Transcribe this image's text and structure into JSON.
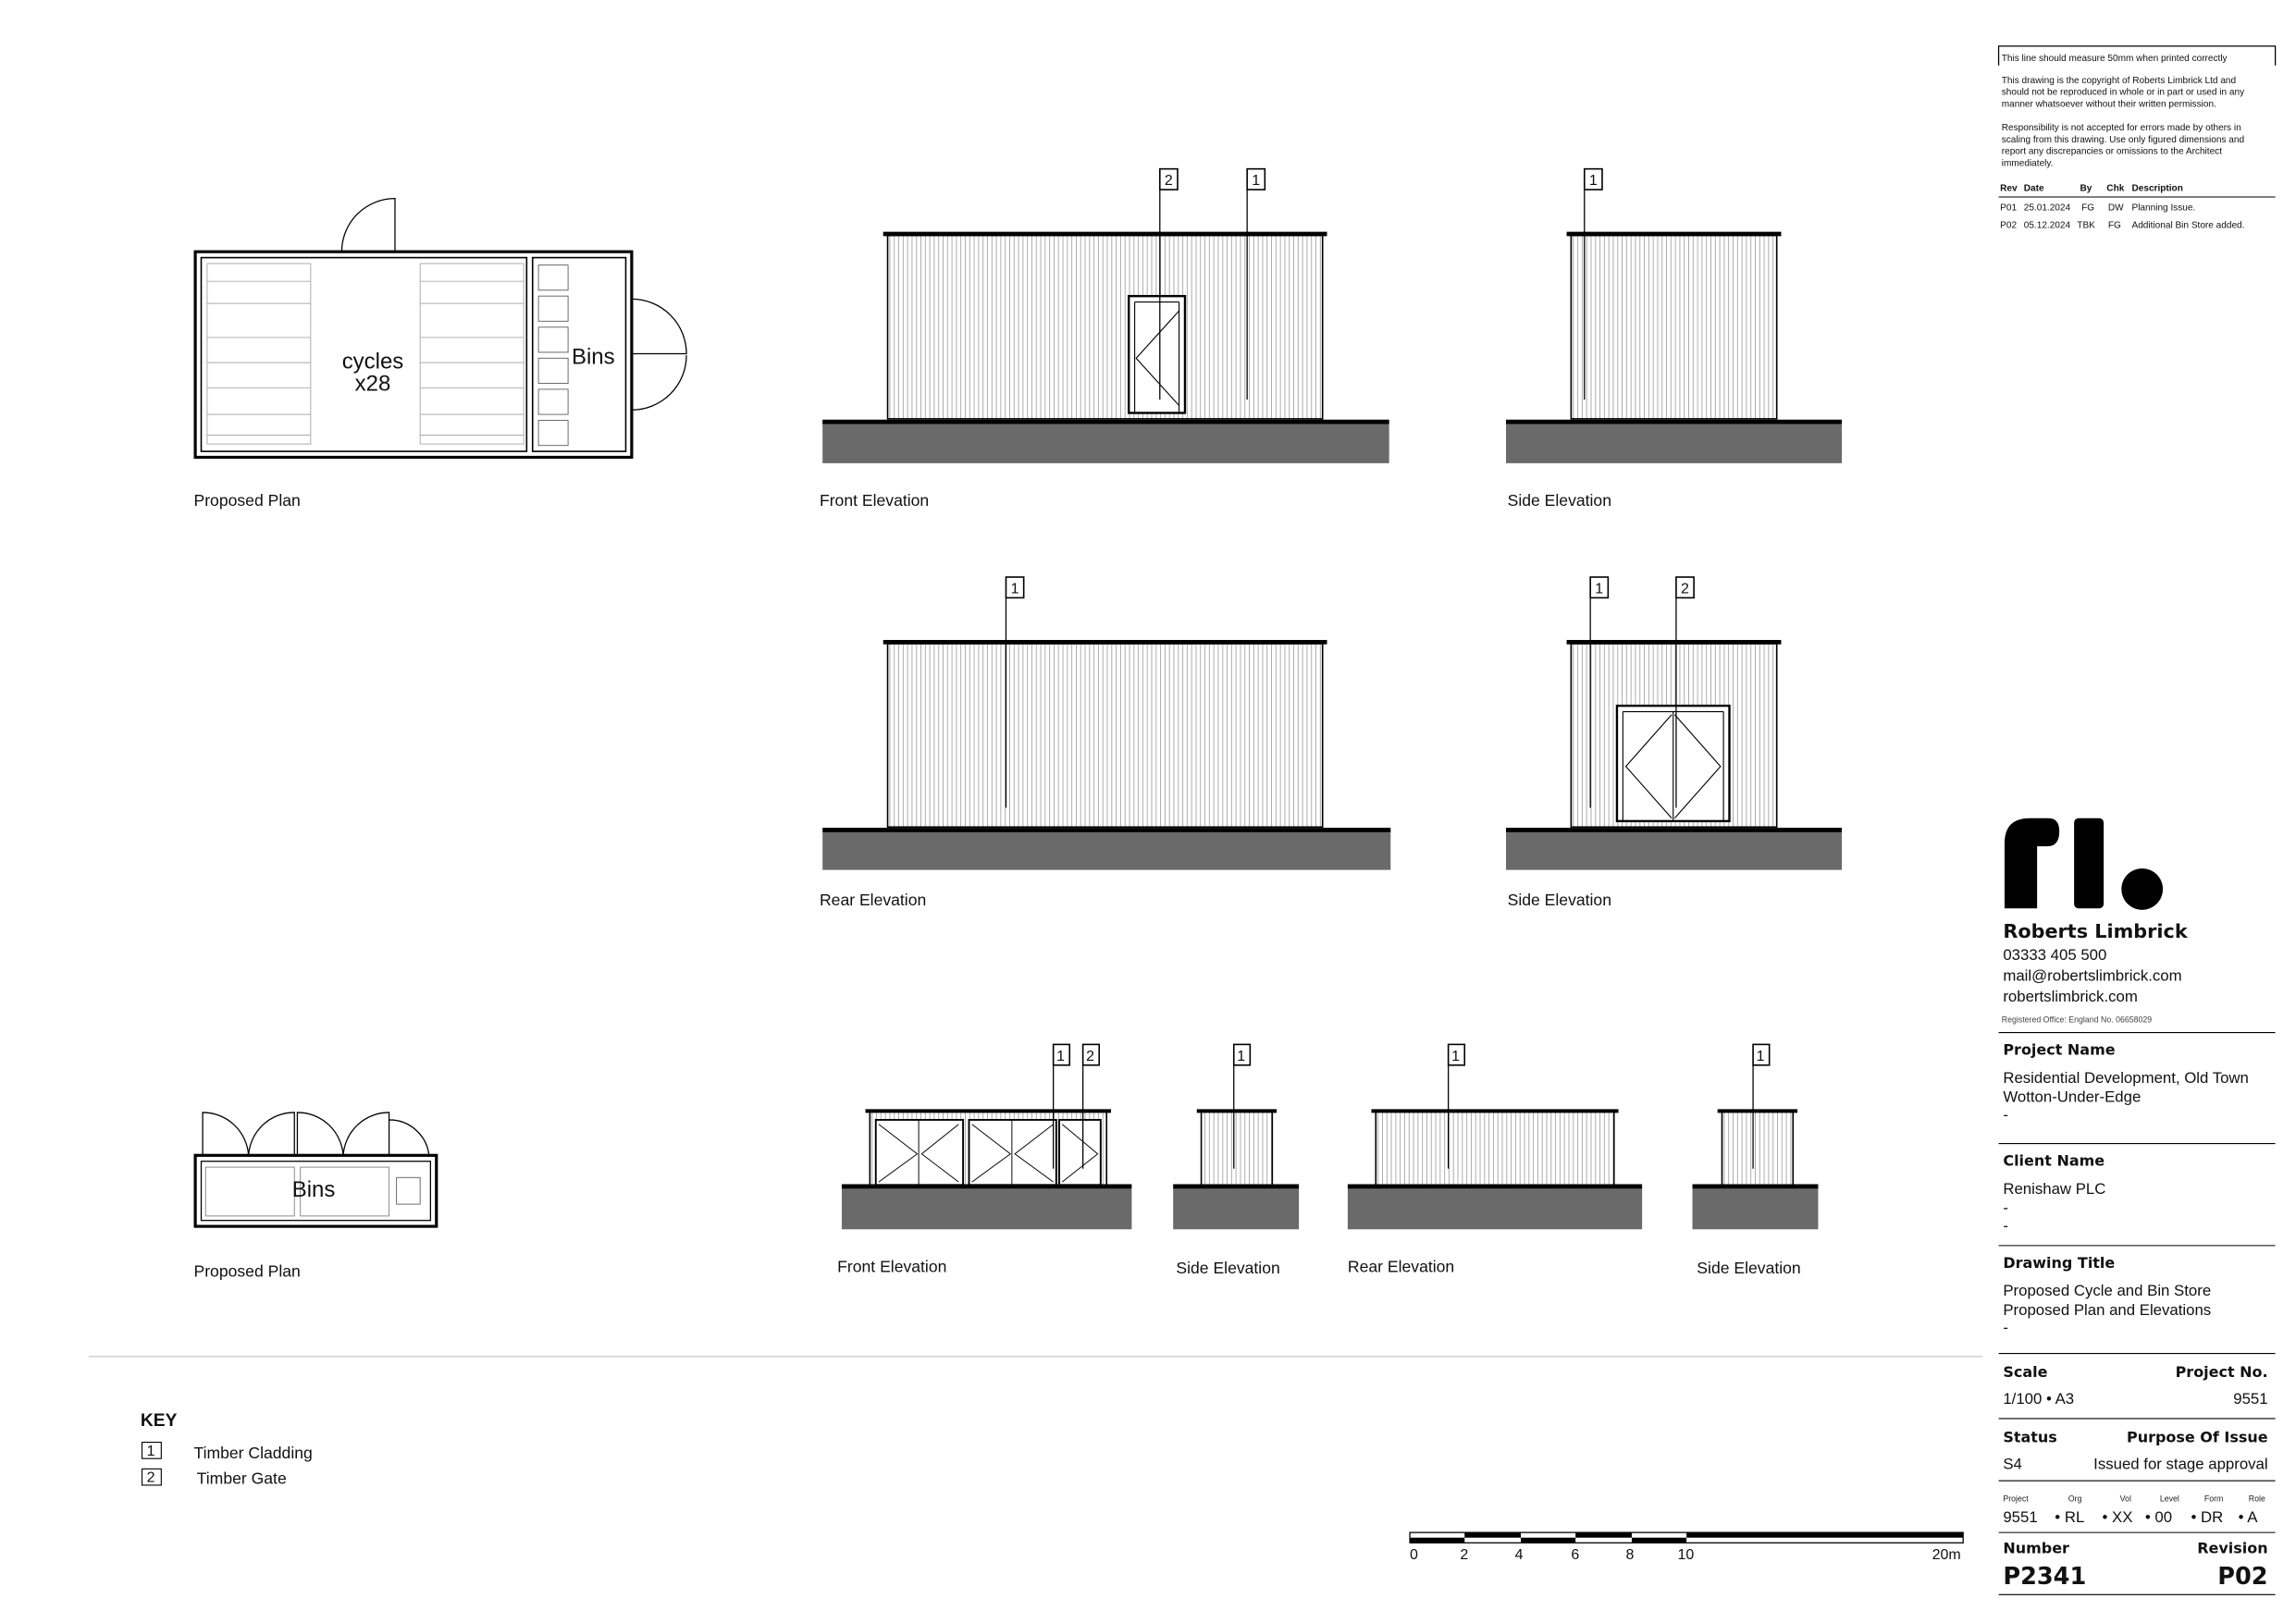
{
  "drawings": {
    "plan_cycle": {
      "label": "Proposed Plan",
      "room1": [
        "cycles",
        "x28"
      ],
      "room2": "Bins"
    },
    "front_elev": {
      "label": "Front Elevation",
      "tags": [
        "2",
        "1"
      ]
    },
    "side_elev_1": {
      "label": "Side Elevation",
      "tags": [
        "1"
      ]
    },
    "rear_elev": {
      "label": "Rear Elevation",
      "tags": [
        "1"
      ]
    },
    "side_elev_2": {
      "label": "Side Elevation",
      "tags": [
        "1",
        "2"
      ]
    },
    "plan_bin": {
      "label": "Proposed Plan",
      "room": "Bins"
    },
    "bin_front": {
      "label": "Front Elevation",
      "tags": [
        "1",
        "2"
      ]
    },
    "bin_side_1": {
      "label": "Side Elevation",
      "tags": [
        "1"
      ]
    },
    "bin_rear": {
      "label": "Rear Elevation",
      "tags": [
        "1"
      ]
    },
    "bin_side_2": {
      "label": "Side Elevation",
      "tags": [
        "1"
      ]
    }
  },
  "key": {
    "title": "KEY",
    "items": [
      {
        "num": "1",
        "label": "Timber Cladding"
      },
      {
        "num": "2",
        "label": "Timber Gate"
      }
    ]
  },
  "scale_bar": {
    "ticks": [
      "0",
      "2",
      "4",
      "6",
      "8",
      "10",
      "20m"
    ]
  },
  "title_block": {
    "print_check": "This line should measure 50mm when printed correctly",
    "copyright": [
      "This drawing is the copyright of Roberts Limbrick Ltd and",
      "should not be reproduced in whole or in part or used in any",
      "manner  whatsoever without their written permission."
    ],
    "responsibility": [
      "Responsibility is not accepted for errors made by others in",
      "scaling from this drawing. Use only figured dimensions and",
      "report any discrepancies or omissions to the Architect",
      "immediately."
    ],
    "revisions": {
      "headers": [
        "Rev",
        "Date",
        "By",
        "Chk",
        "Description"
      ],
      "rows": [
        [
          "P01",
          "25.01.2024",
          "FG",
          "DW",
          "Planning Issue."
        ],
        [
          "P02",
          "05.12.2024",
          "TBK",
          "FG",
          "Additional Bin Store added."
        ]
      ]
    },
    "company": {
      "name": "Roberts Limbrick",
      "phone": "03333 405 500",
      "email": "mail@robertslimbrick.com",
      "web": "robertslimbrick.com",
      "registered": "Registered Office: England No. 06658029"
    },
    "project_name": {
      "heading": "Project Name",
      "lines": [
        "Residential Development, Old Town",
        "Wotton-Under-Edge",
        "-"
      ]
    },
    "client_name": {
      "heading": "Client Name",
      "lines": [
        "Renishaw PLC",
        "-",
        "-"
      ]
    },
    "drawing_title": {
      "heading": "Drawing Title",
      "lines": [
        "Proposed Cycle and Bin Store",
        "Proposed Plan and Elevations",
        "-"
      ]
    },
    "scale": {
      "heading": "Scale",
      "value": "1/100 • A3"
    },
    "project_no": {
      "heading": "Project No.",
      "value": "9551"
    },
    "status": {
      "heading": "Status",
      "value": "S4"
    },
    "purpose": {
      "heading": "Purpose Of Issue",
      "value": "Issued for stage approval"
    },
    "code": {
      "labels": [
        "Project",
        "Org",
        "Vol",
        "Level",
        "Form",
        "Role"
      ],
      "values": [
        "9551",
        "• RL",
        "• XX",
        "•  00",
        "• DR",
        "•  A"
      ]
    },
    "number": {
      "heading": "Number",
      "value": "P2341"
    },
    "revision": {
      "heading": "Revision",
      "value": "P02"
    }
  }
}
